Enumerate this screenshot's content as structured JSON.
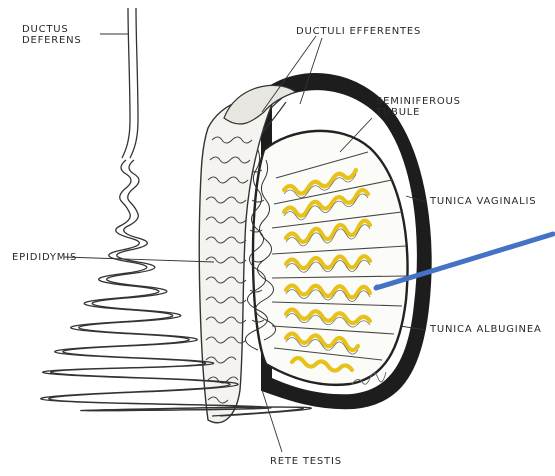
{
  "labels": {
    "ductus_deferens": "DUCTUS\nDEFERENS",
    "ductuli_efferentes": "DUCTULI EFFERENTES",
    "seminiferous_tubule": "SEMINIFEROUS\nTUBULE",
    "tunica_vaginalis": "TUNICA VAGINALIS",
    "epididymis": "EPIDIDYMIS",
    "tunica_albuginea": "TUNICA ALBUGINEA",
    "rete_testis": "RETE TESTIS"
  },
  "colors": {
    "ink": "#2a2a2a",
    "tubule_fill": "#e8c21c",
    "pointer_arrow": "#4472c4",
    "background": "#ffffff"
  }
}
